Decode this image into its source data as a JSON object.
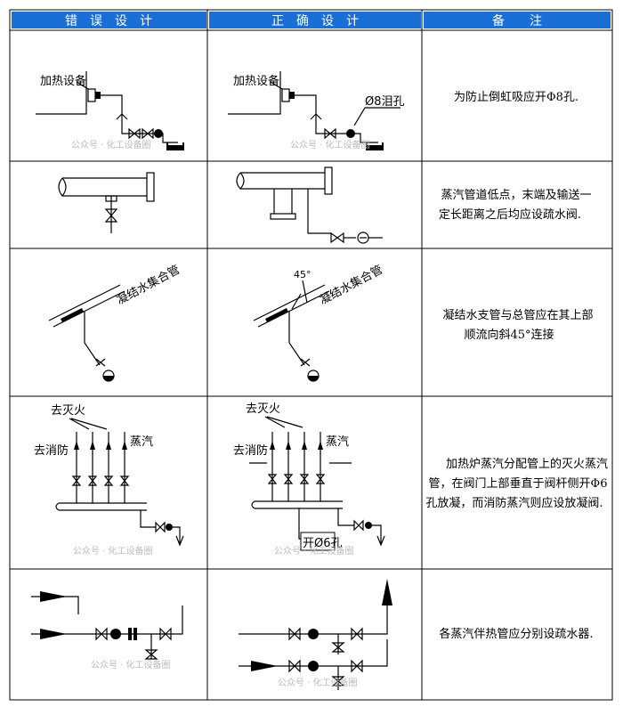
{
  "header": {
    "wrong": "错　误　设　计",
    "right": "正　确　设　计",
    "note": "备　　注"
  },
  "rows": [
    {
      "wrong_labels": [
        "加热设备"
      ],
      "right_labels": [
        "加热设备",
        "Ø8泪孔"
      ],
      "note_lines": [
        "为防止倒虹吸应开Φ8孔."
      ]
    },
    {
      "wrong_labels": [],
      "right_labels": [],
      "note_lines": [
        "蒸汽管道低点，末端及输送一",
        "定长距离之后均应设疏水阀."
      ]
    },
    {
      "wrong_labels": [
        "凝结水集合管"
      ],
      "right_labels": [
        "45°",
        "凝结水集合管"
      ],
      "note_lines": [
        "凝结水支管与总管应在其上部",
        "顺流向斜45°连接"
      ]
    },
    {
      "wrong_labels": [
        "去灭火",
        "去消防",
        "蒸汽"
      ],
      "right_labels": [
        "去灭火",
        "去消防",
        "蒸汽",
        "开Ø6孔"
      ],
      "note_lines": [
        "加热炉蒸汽分配管上的灭火蒸汽",
        "管，在阀门上部垂直于阀杆侧开Φ6",
        "孔放凝，而消防蒸汽则应设放凝阀."
      ]
    },
    {
      "wrong_labels": [],
      "right_labels": [],
      "note_lines": [
        "各蒸汽伴热管应分别设疏水器."
      ]
    }
  ],
  "watermark": "公众号 · 化工设备圈",
  "colors": {
    "header_bg": "#1a6fd6",
    "grid": "#000000",
    "watermark": "#bbbbbb"
  }
}
